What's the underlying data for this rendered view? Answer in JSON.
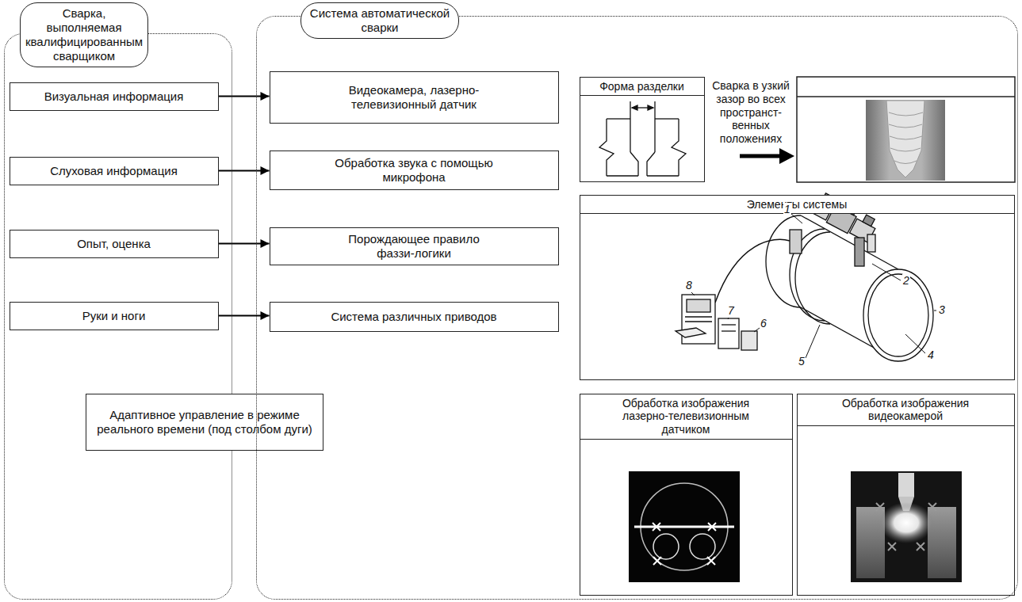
{
  "diagram": {
    "nodes": [
      {
        "text": [
          "Сварка, выполняемая квалифицированным сварщиком"
        ]
      },
      {
        "text": [
          "Визуальная информация"
        ],
        "in": 0
      },
      {
        "text": [
          "Слуховая информация"
        ],
        "in": 0
      },
      {
        "text": [
          "Опыт, оценка"
        ],
        "in": 0
      },
      {
        "text": [
          "Руки и ноги"
        ],
        "in": 0
      },
      {
        "text": [
          "Адаптивное управление в режиме реального времени (под столбом дуги)"
        ]
      },
      {
        "text": [
          "Система автоматической сварки"
        ]
      },
      {
        "text": [
          "Видеокамера, лазерно-телевизионный датчик"
        ],
        "in": 6
      },
      {
        "text": [
          "Обработка звука с помощью микрофона"
        ],
        "in": 6
      },
      {
        "text": [
          "Порождающее правило фаззи-логики"
        ],
        "in": 6
      },
      {
        "text": [
          "Система различных приводов"
        ],
        "in": 6
      },
      {
        "text": [
          "Форма разделки"
        ],
        "in": 6
      },
      {
        "text": [
          "Элементы системы"
        ],
        "in": 6
      },
      {
        "text": [
          "Обработка изображения лазерно-телевизионным датчиком"
        ],
        "in": 6
      },
      {
        "text": [
          "Обработка изображения видеокамерой"
        ],
        "in": 6
      }
    ],
    "edges": [
      {
        "from": 1,
        "to": 7,
        "arrow": "to"
      },
      {
        "from": 2,
        "to": 8,
        "arrow": "to"
      },
      {
        "from": 3,
        "to": 9,
        "arrow": "to"
      },
      {
        "from": 4,
        "to": 10,
        "arrow": "to"
      }
    ],
    "labels": [
      "Сварка в узкий зазор во всех пространст- венных положениях",
      "1",
      "2",
      "3",
      "4",
      "5",
      "6",
      "7",
      "8"
    ]
  }
}
